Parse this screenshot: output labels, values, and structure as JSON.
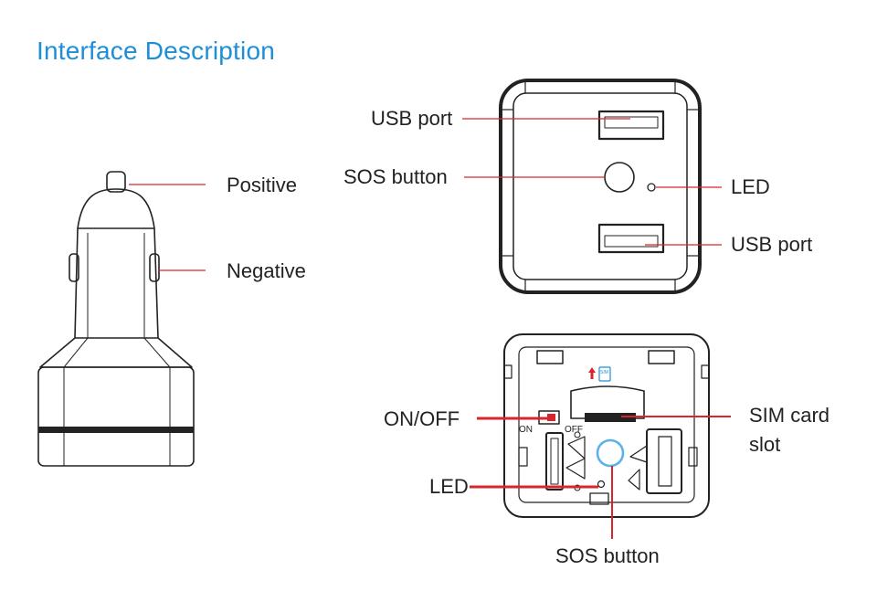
{
  "title": "Interface Description",
  "labels": {
    "positive": "Positive",
    "negative": "Negative",
    "usb_port_top": "USB port",
    "sos_button_top": "SOS button",
    "led_top": "LED",
    "usb_port_bottom": "USB port",
    "on_off": "ON/OFF",
    "sim_card_slot_line1": "SIM card",
    "sim_card_slot_line2": "slot",
    "led_bottom": "LED",
    "sos_button_bottom": "SOS button",
    "switch_on": "ON",
    "switch_off": "OFF",
    "sim_icon_text": "SIM"
  },
  "colors": {
    "title": "#1e8fd6",
    "leader_line": "#d9262c",
    "outline": "#222222",
    "sos_ring": "#5bb4e6"
  }
}
